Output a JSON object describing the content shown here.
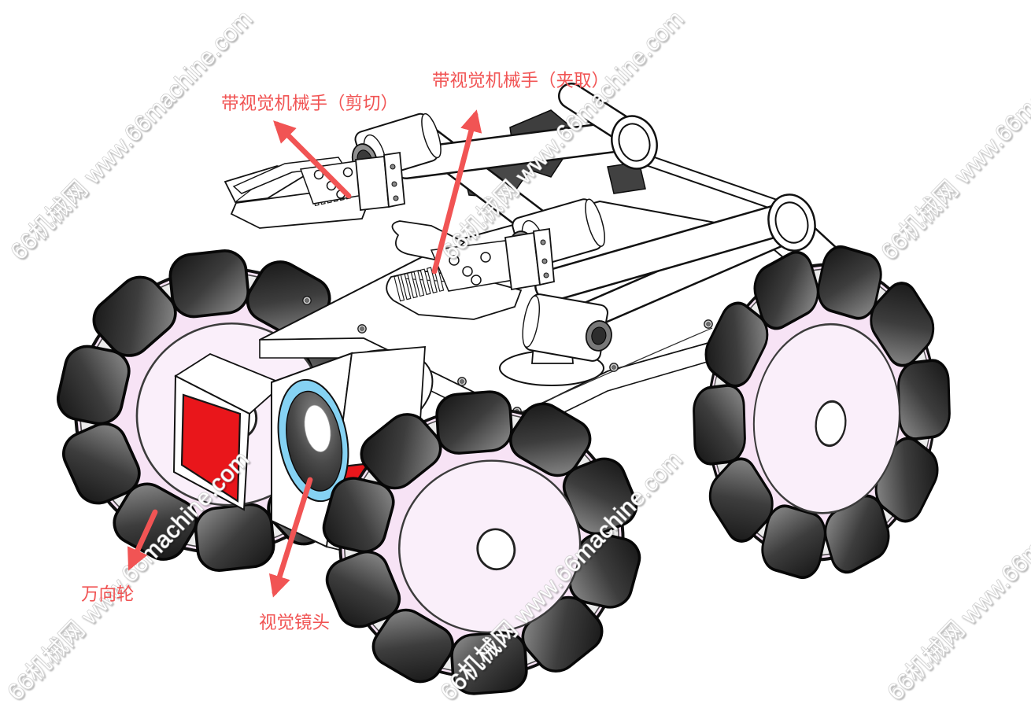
{
  "watermark": {
    "text": "66机械网 www.66machine.com"
  },
  "callouts": {
    "arm_cutter": {
      "label": "带视觉机械手（剪切）"
    },
    "arm_gripper": {
      "label": "带视觉机械手（夹取）"
    },
    "universal_wheel": {
      "label": "万向轮"
    },
    "vision_lens": {
      "label": "视觉镜头"
    }
  },
  "colors": {
    "annotation_red": "#f15454",
    "panel_red": "#e9161b",
    "lens_ring_cyan": "#85d2f3",
    "wheel_hub_pink": "#f7e3f5",
    "roller_dark": "#3d3d3d",
    "watermark_gray": "#c2c2c2"
  }
}
